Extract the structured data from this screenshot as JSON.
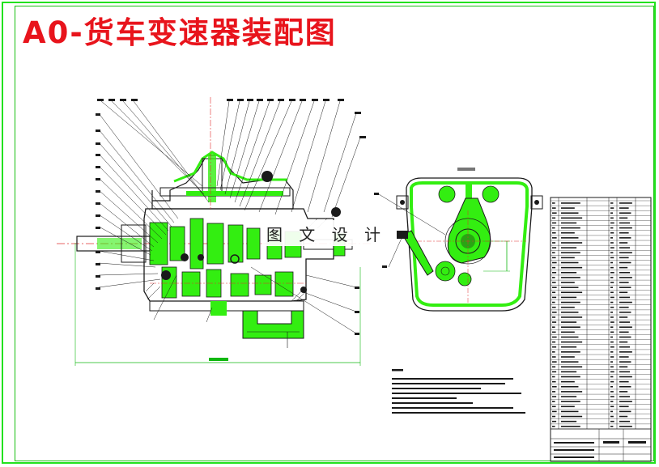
{
  "page": {
    "title": "A0-货车变速器装配图",
    "watermark": "图 文 设 计"
  },
  "colors": {
    "title": "#e8141c",
    "frame": "#22e21e",
    "part_fill": "#33ee11",
    "line": "#1a1a1a",
    "dimension": "#10b810",
    "leader": "#1a1a1a"
  },
  "icons": {
    "main_view": "gearbox-section-view",
    "side_view": "gearbox-end-view",
    "parts_list": "bill-of-materials-table"
  }
}
